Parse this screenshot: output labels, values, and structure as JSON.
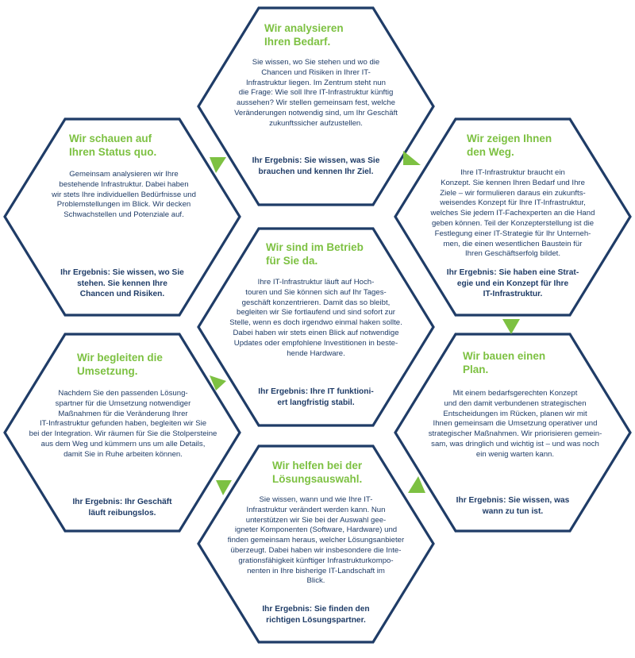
{
  "colors": {
    "hex_stroke": "#1f3c67",
    "title": "#7dc142",
    "text": "#1f3c67",
    "arrow": "#7dc142"
  },
  "hexagons": [
    {
      "id": "analysieren",
      "title": "Wir analysieren\nIhren Bedarf.",
      "body": "Sie wissen, wo Sie stehen und wo die\nChancen und Risiken in Ihrer IT-\nInfrastruktur liegen.  Im Zentrum steht nun\ndie Frage: Wie soll Ihre IT-Infrastruktur künftig\naussehen? Wir stellen gemeinsam fest, welche\nVeränderungen notwendig sind, um Ihr Geschäft\nzukunftssicher aufzustellen.",
      "result": "Ihr Ergebnis: Sie wissen, was Sie\nbrauchen und kennen Ihr Ziel."
    },
    {
      "id": "status",
      "title": "Wir schauen auf\nIhren Status quo.",
      "body": "Gemeinsam analysieren wir Ihre\nbestehende Infrastruktur. Dabei haben\nwir stets Ihre individuellen Bedürfnisse und\nProblemstellungen im Blick. Wir decken\nSchwachstellen und Potenziale auf.",
      "result": "Ihr Ergebnis: Sie wissen, wo Sie\nstehen. Sie kennen Ihre\nChancen und Risiken."
    },
    {
      "id": "weg",
      "title": "Wir zeigen Ihnen\nden Weg.",
      "body": "Ihre IT-Infrastruktur braucht ein\nKonzept. Sie kennen Ihren Bedarf und Ihre\nZiele – wir formulieren daraus ein zukunfts-\nweisendes Konzept für Ihre IT-Infrastruktur,\nwelches Sie jedem IT-Fachexperten an die Hand\ngeben können. Teil der Konzepterstellung ist die\nFestlegung einer IT-Strategie für Ihr Unterneh-\nmen, die einen wesentlichen Baustein für\nIhren Geschäftserfolg bildet.",
      "result": "Ihr Ergebnis: Sie haben eine Strat-\negie und ein Konzept für Ihre\nIT-Infrastruktur."
    },
    {
      "id": "betrieb",
      "title": "Wir sind im Betrieb\nfür Sie da.",
      "body": "Ihre IT-Infrastruktur läuft auf Hoch-\ntouren und Sie können sich auf Ihr Tages-\ngeschäft konzentrieren. Damit das so bleibt,\nbegleiten wir Sie fortlaufend und sind sofort zur\nStelle, wenn es doch irgendwo einmal haken sollte.\nDabei haben wir stets einen Blick auf notwendige\nUpdates oder empfohlene Investitionen in beste-\nhende Hardware.",
      "result": "Ihr Ergebnis: Ihre IT funktioni-\nert langfristig stabil."
    },
    {
      "id": "umsetzung",
      "title": "Wir begleiten die\nUmsetzung.",
      "body": "Nachdem Sie den passenden Lösung-\nspartner für die Umsetzung notwendiger\nMaßnahmen für die Veränderung Ihrer\nIT-Infrastruktur gefunden haben, begleiten wir Sie\nbei der Integration. Wir räumen für Sie die Stolpersteine\naus dem Weg und kümmern uns um alle Details,\ndamit Sie in Ruhe arbeiten können.",
      "result": "Ihr Ergebnis: Ihr Geschäft\nläuft reibungslos."
    },
    {
      "id": "plan",
      "title": "Wir bauen einen\nPlan.",
      "body": "Mit einem bedarfsgerechten Konzept\nund den damit verbundenen strategischen\nEntscheidungen im Rücken, planen wir mit\nIhnen gemeinsam die Umsetzung operativer und\nstrategischer Maßnahmen. Wir priorisieren gemein-\nsam, was dringlich und wichtig ist – und was noch\nein wenig warten kann.",
      "result": "Ihr Ergebnis: Sie wissen, was\nwann zu tun ist."
    },
    {
      "id": "loesung",
      "title": "Wir helfen bei der\nLösungsauswahl.",
      "body": "Sie wissen, wann und wie Ihre IT-\nInfrastruktur verändert werden kann. Nun\nunterstützen wir Sie bei der Auswahl gee-\nigneter Komponenten (Software, Hardware) und\nfinden gemeinsam heraus, welcher Lösungsanbieter\nüberzeugt. Dabei haben wir insbesondere die Inte-\ngrationsfähigkeit künftiger Infrastrukturkompo-\nnenten in Ihre bisherige IT-Landschaft im\nBlick.",
      "result": "Ihr Ergebnis: Sie finden den\nrichtigen Lösungspartner."
    }
  ]
}
